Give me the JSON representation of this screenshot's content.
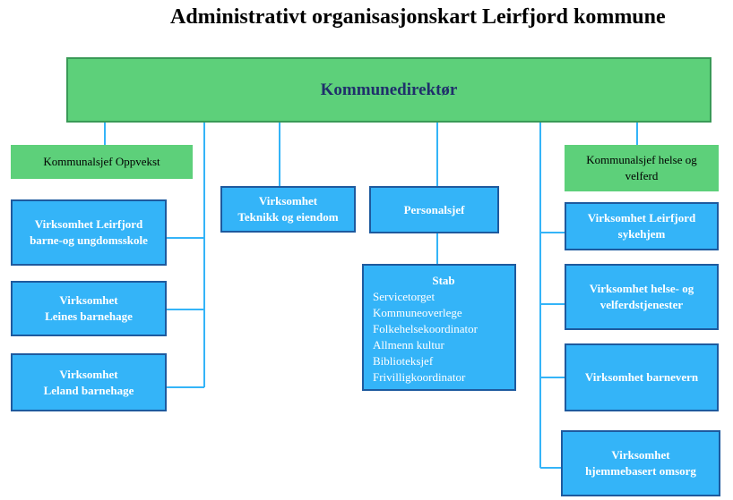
{
  "title": "Administrativt organisasjonskart Leirfjord kommune",
  "colors": {
    "green": "#5dd07a",
    "blue": "#34b4f8",
    "border": "#1e5a9e",
    "line": "#34b4f8"
  },
  "top": {
    "label": "Kommunedirektør"
  },
  "oppvekst": {
    "head": "Kommunalsjef Oppvekst",
    "units": [
      [
        "Virksomhet Leirfjord",
        "barne-og ungdomsskole"
      ],
      [
        "Virksomhet",
        "Leines barnehage"
      ],
      [
        "Virksomhet",
        "Leland barnehage"
      ]
    ]
  },
  "teknikk": [
    "Virksomhet",
    "Teknikk og eiendom"
  ],
  "personal": {
    "label": "Personalsjef",
    "stab_head": "Stab",
    "stab_items": [
      "Servicetorget",
      "Kommuneoverlege",
      "Folkehelsekoordinator",
      "Allmenn kultur",
      "Biblioteksjef",
      "Frivilligkoordinator"
    ]
  },
  "helse": {
    "head": [
      "Kommunalsjef helse og",
      "velferd"
    ],
    "units": [
      [
        "Virksomhet Leirfjord",
        "sykehjem"
      ],
      [
        "Virksomhet helse- og",
        "velferdstjenester"
      ],
      [
        "Virksomhet barnevern"
      ],
      [
        "Virksomhet",
        "hjemmebasert omsorg"
      ]
    ]
  }
}
